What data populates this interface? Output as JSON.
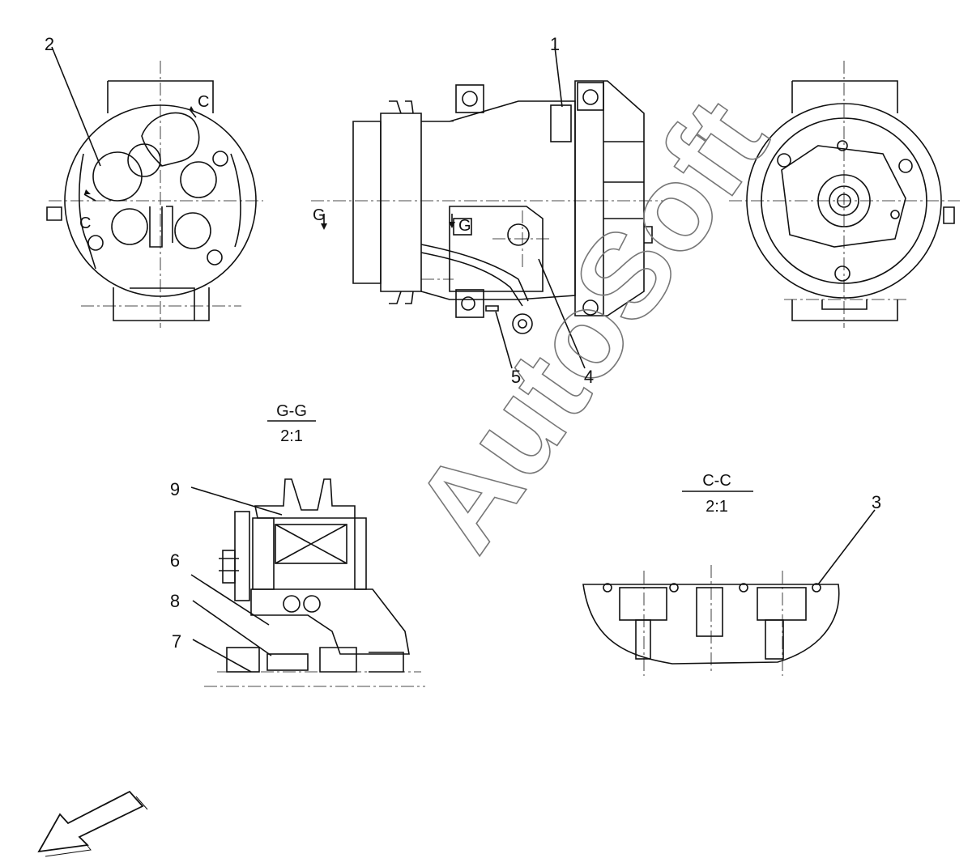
{
  "callouts": [
    "1",
    "2",
    "3",
    "4",
    "5",
    "6",
    "7",
    "8",
    "9"
  ],
  "section_markers": {
    "c_arrow_top": "C",
    "c_arrow_left": "C",
    "g_left": "G",
    "g_right": "G"
  },
  "section_gg": {
    "name": "G-G",
    "scale": "2:1"
  },
  "section_cc": {
    "name": "C-C",
    "scale": "2:1"
  },
  "watermark": "AutoSoft",
  "icons": {
    "nav_arrow": "arrow-down-left-icon"
  }
}
